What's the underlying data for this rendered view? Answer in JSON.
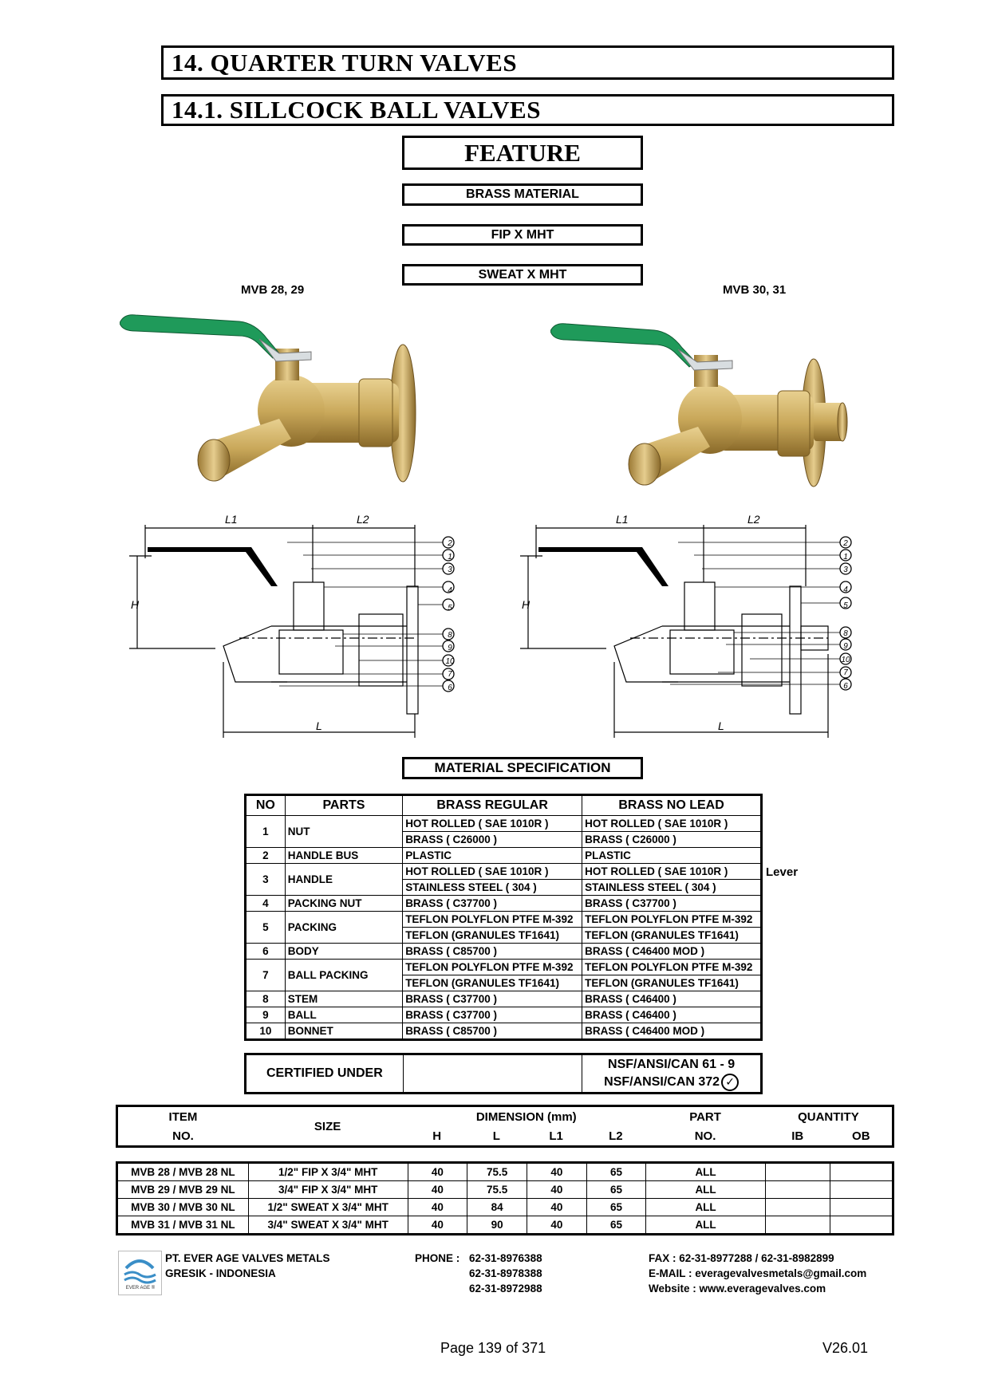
{
  "section_title": "14.  QUARTER TURN VALVES",
  "subsection_title": "14.1.  SILLCOCK BALL VALVES",
  "feature": {
    "title": "FEATURE",
    "items": [
      "BRASS MATERIAL",
      "FIP X MHT",
      "SWEAT X MHT"
    ]
  },
  "products": {
    "left_caption": "MVB 28, 29",
    "right_caption": "MVB 30, 31"
  },
  "drawing_labels": {
    "l1": "L1",
    "l2": "L2",
    "h": "H",
    "l": "L",
    "callouts_left": [
      "2",
      "1",
      "3",
      "4",
      "5",
      "8",
      "9",
      "10",
      "7",
      "6"
    ],
    "callouts_right": [
      "2",
      "1",
      "3",
      "4",
      "5",
      "8",
      "9",
      "10",
      "7",
      "6"
    ]
  },
  "material_spec": {
    "title": "MATERIAL SPECIFICATION",
    "headers": [
      "NO",
      "PARTS",
      "BRASS REGULAR",
      "BRASS NO LEAD"
    ],
    "side_note": "Lever",
    "rows": [
      {
        "no": "1",
        "part": "NUT",
        "regular": [
          "HOT ROLLED ( SAE 1010R )",
          "BRASS ( C26000 )"
        ],
        "nolead": [
          "HOT ROLLED ( SAE 1010R )",
          "BRASS ( C26000 )"
        ]
      },
      {
        "no": "2",
        "part": "HANDLE BUS",
        "regular": [
          "PLASTIC"
        ],
        "nolead": [
          "PLASTIC"
        ]
      },
      {
        "no": "3",
        "part": "HANDLE",
        "regular": [
          "HOT ROLLED ( SAE 1010R )",
          "STAINLESS STEEL ( 304 )"
        ],
        "nolead": [
          "HOT ROLLED ( SAE 1010R )",
          "STAINLESS STEEL ( 304 )"
        ]
      },
      {
        "no": "4",
        "part": "PACKING NUT",
        "regular": [
          "BRASS ( C37700 )"
        ],
        "nolead": [
          "BRASS ( C37700 )"
        ]
      },
      {
        "no": "5",
        "part": "PACKING",
        "regular": [
          "TEFLON POLYFLON PTFE M-392",
          "TEFLON (GRANULES TF1641)"
        ],
        "nolead": [
          "TEFLON POLYFLON PTFE M-392",
          "TEFLON (GRANULES TF1641)"
        ]
      },
      {
        "no": "6",
        "part": "BODY",
        "regular": [
          "BRASS ( C85700 )"
        ],
        "nolead": [
          "BRASS ( C46400 MOD )"
        ]
      },
      {
        "no": "7",
        "part": "BALL PACKING",
        "regular": [
          "TEFLON POLYFLON PTFE M-392",
          "TEFLON (GRANULES TF1641)"
        ],
        "nolead": [
          "TEFLON POLYFLON PTFE M-392",
          "TEFLON (GRANULES TF1641)"
        ]
      },
      {
        "no": "8",
        "part": "STEM",
        "regular": [
          "BRASS ( C37700 )"
        ],
        "nolead": [
          "BRASS ( C46400 )"
        ]
      },
      {
        "no": "9",
        "part": "BALL",
        "regular": [
          "BRASS ( C37700 )"
        ],
        "nolead": [
          "BRASS ( C46400 )"
        ]
      },
      {
        "no": "10",
        "part": "BONNET",
        "regular": [
          "BRASS ( C85700 )"
        ],
        "nolead": [
          "BRASS ( C46400 MOD )"
        ]
      }
    ]
  },
  "certified": {
    "label": "CERTIFIED UNDER",
    "standard_1": "NSF/ANSI/CAN 61 - 9",
    "standard_2": "NSF/ANSI/CAN 372"
  },
  "dimension_table": {
    "item": "ITEM",
    "no": "NO.",
    "size": "SIZE",
    "dimension": "DIMENSION (mm)",
    "h": "H",
    "l": "L",
    "l1": "L1",
    "l2": "L2",
    "part": "PART",
    "part_no": "NO.",
    "quantity": "QUANTITY",
    "ib": "IB",
    "ob": "OB",
    "rows": [
      {
        "item": "MVB 28 / MVB 28 NL",
        "size": "1/2\" FIP X 3/4\" MHT",
        "h": "40",
        "l": "75.5",
        "l1": "40",
        "l2": "65",
        "part": "ALL",
        "ib": "",
        "ob": ""
      },
      {
        "item": "MVB 29 / MVB 29 NL",
        "size": "3/4\" FIP X 3/4\" MHT",
        "h": "40",
        "l": "75.5",
        "l1": "40",
        "l2": "65",
        "part": "ALL",
        "ib": "",
        "ob": ""
      },
      {
        "item": "MVB 30 / MVB 30 NL",
        "size": "1/2\" SWEAT X 3/4\" MHT",
        "h": "40",
        "l": "84",
        "l1": "40",
        "l2": "65",
        "part": "ALL",
        "ib": "",
        "ob": ""
      },
      {
        "item": "MVB 31 / MVB 31 NL",
        "size": "3/4\" SWEAT X 3/4\" MHT",
        "h": "40",
        "l": "90",
        "l1": "40",
        "l2": "65",
        "part": "ALL",
        "ib": "",
        "ob": ""
      }
    ]
  },
  "footer": {
    "logo_text": "EVER AGE ®",
    "company": "PT. EVER AGE VALVES METALS",
    "location": "GRESIK - INDONESIA",
    "phone_label": "PHONE :",
    "phones": [
      "62-31-8976388",
      "62-31-8978388",
      "62-31-8972988"
    ],
    "fax": "FAX  : 62-31-8977288 / 62-31-8982899",
    "email": "E-MAIL  : everagevalvesmetals@gmail.com",
    "website": "Website  : www.everagevalves.com"
  },
  "page_number": "Page 139 of 371",
  "version": "V26.01",
  "colors": {
    "handle_green": "#1f9a5a",
    "brass": "#c9a85a",
    "brass_dark": "#8a6a2a"
  }
}
